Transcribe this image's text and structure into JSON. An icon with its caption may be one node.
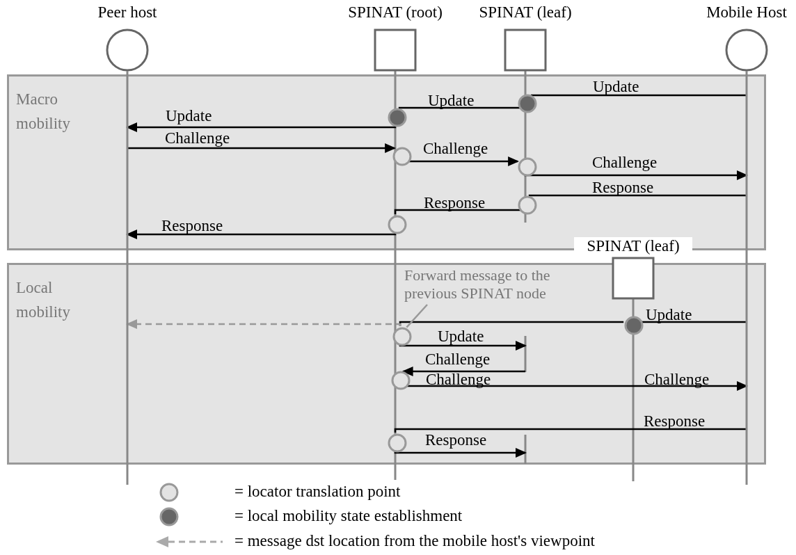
{
  "diagram": {
    "nodes": [
      {
        "text": [
          "Peer host"
        ]
      },
      {
        "text": [
          "SPINAT (root)"
        ]
      },
      {
        "text": [
          "SPINAT (leaf)"
        ]
      },
      {
        "text": [
          "Mobile Host"
        ]
      },
      {
        "text": [
          "Macro mobility"
        ]
      },
      {
        "text": [],
        "shape": "circle",
        "in": 4
      },
      {
        "text": [],
        "shape": "circle",
        "in": 4
      },
      {
        "text": [],
        "shape": "circle",
        "in": 4
      },
      {
        "text": [],
        "shape": "circle",
        "in": 4
      },
      {
        "text": [],
        "shape": "circle",
        "in": 4
      },
      {
        "text": [],
        "shape": "circle",
        "in": 4
      },
      {
        "text": [
          "Local mobility"
        ]
      },
      {
        "text": [
          "SPINAT (leaf)"
        ]
      },
      {
        "text": [
          "Forward message to the previous SPINAT node"
        ],
        "in": 11
      },
      {
        "text": [],
        "shape": "circle",
        "in": 11
      },
      {
        "text": [],
        "shape": "circle",
        "in": 11
      },
      {
        "text": [],
        "shape": "circle",
        "in": 11
      },
      {
        "text": [],
        "shape": "circle",
        "in": 11
      }
    ],
    "edges": [
      {
        "from": 3,
        "to": 5,
        "arrow": "none",
        "label": "Update"
      },
      {
        "from": 5,
        "to": 6,
        "arrow": "none",
        "label": "Update"
      },
      {
        "from": 6,
        "to": 0,
        "arrow": "to",
        "label": "Update"
      },
      {
        "from": 0,
        "to": 7,
        "arrow": "to",
        "label": "Challenge"
      },
      {
        "from": 7,
        "to": 8,
        "arrow": "to",
        "label": "Challenge"
      },
      {
        "from": 8,
        "to": 3,
        "arrow": "to",
        "label": "Challenge"
      },
      {
        "from": 3,
        "to": 9,
        "arrow": "none",
        "label": "Response"
      },
      {
        "from": 9,
        "to": 10,
        "arrow": "none",
        "label": "Response"
      },
      {
        "from": 10,
        "to": 0,
        "arrow": "to",
        "label": "Response"
      },
      {
        "from": 3,
        "to": 14,
        "arrow": "none",
        "label": "Update"
      },
      {
        "from": 14,
        "to": 15,
        "arrow": "none"
      },
      {
        "from": 15,
        "to": 0,
        "arrow": "to",
        "style": "dashed",
        "color": "#999999"
      },
      {
        "from": 13,
        "to": 15,
        "arrow": "none",
        "color": "#999999"
      },
      {
        "from": 15,
        "to": null,
        "arrow": "to",
        "label": "Update"
      },
      {
        "from": null,
        "to": 16,
        "arrow": "to",
        "label": "Challenge"
      },
      {
        "from": 16,
        "to": 3,
        "arrow": "to",
        "label": "Challenge"
      },
      {
        "from": 3,
        "to": 17,
        "arrow": "none",
        "label": "Response"
      },
      {
        "from": 17,
        "to": null,
        "arrow": "to",
        "label": "Response"
      }
    ],
    "labels": [
      "Challenge"
    ],
    "legend": [
      {
        "text": "= locator translation point"
      },
      {
        "text": "= local mobility state establishment"
      },
      {
        "text": "= message dst location from the mobile host's viewpoint"
      }
    ]
  }
}
